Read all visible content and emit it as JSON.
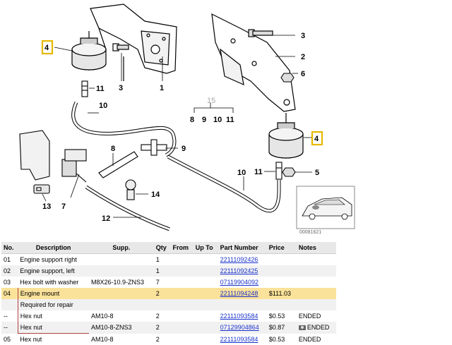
{
  "diagram": {
    "labels": {
      "left_mount": "4",
      "right_mount": "4",
      "bolt_left": "3",
      "support_left": "1",
      "bolt_right": "3",
      "support_right": "2",
      "nut_right": "6",
      "nut_right_low": "5",
      "hose_upper": "10",
      "hose_lower": "10",
      "fitting_left": "11",
      "fitting_right": "11",
      "pipe": "8",
      "tee": "9",
      "clip": "13",
      "valve": "7",
      "clamp": "14",
      "line": "12",
      "group_top": "15",
      "group_8": "8",
      "group_9": "9",
      "group_10": "10",
      "group_11": "11"
    },
    "image_code": "00081621"
  },
  "table": {
    "headers": [
      "No.",
      "Description",
      "Supp.",
      "Qty",
      "From",
      "Up To",
      "Part Number",
      "Price",
      "Notes"
    ],
    "rows": [
      {
        "no": "01",
        "desc": "Engine support right",
        "supp": "",
        "qty": "1",
        "from": "",
        "upto": "",
        "part": "22111092426",
        "price": "",
        "notes": ""
      },
      {
        "no": "02",
        "desc": "Engine support, left",
        "supp": "",
        "qty": "1",
        "from": "",
        "upto": "",
        "part": "22111092425",
        "price": "",
        "notes": ""
      },
      {
        "no": "03",
        "desc": "Hex bolt with washer",
        "supp": "M8X26-10.9-ZNS3",
        "qty": "7",
        "from": "",
        "upto": "",
        "part": "07119904092",
        "price": "",
        "notes": ""
      },
      {
        "no": "04",
        "desc": "Engine mount",
        "supp": "",
        "qty": "2",
        "from": "",
        "upto": "",
        "part": "22111094248",
        "price": "$111.03",
        "notes": ""
      },
      {
        "no": "",
        "desc": "Required for repair",
        "supp": "",
        "qty": "",
        "from": "",
        "upto": "",
        "part": "",
        "price": "",
        "notes": ""
      },
      {
        "no": "--",
        "desc": "Hex nut",
        "supp": "AM10-8",
        "qty": "2",
        "from": "",
        "upto": "",
        "part": "22111093584",
        "price": "$0.53",
        "notes": "ENDED"
      },
      {
        "no": "--",
        "desc": "Hex nut",
        "supp": "AM10-8-ZNS3",
        "qty": "2",
        "from": "",
        "upto": "",
        "part": "07129904864",
        "price": "$0.87",
        "notes": "ENDED"
      },
      {
        "no": "05",
        "desc": "Hex nut",
        "supp": "AM10-8",
        "qty": "2",
        "from": "",
        "upto": "",
        "part": "22111093584",
        "price": "$0.53",
        "notes": "ENDED"
      }
    ]
  },
  "colors": {
    "highlight_row": "#fbe29a",
    "highlight_box": "#e6b800",
    "link": "#1a33cc"
  }
}
